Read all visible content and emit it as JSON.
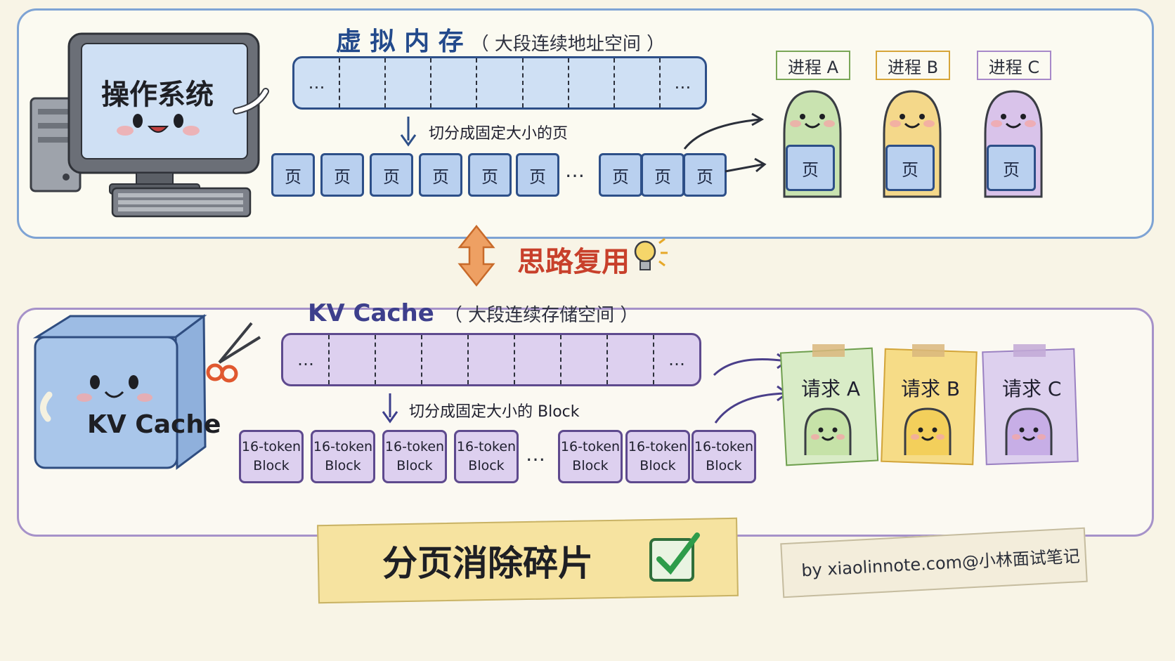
{
  "top": {
    "title": "虚 拟 内 存",
    "subtitle": "（ 大段连续地址空间 ）",
    "strip_cells": [
      "…",
      "",
      "",
      "",
      "",
      "",
      "",
      "",
      "…"
    ],
    "split_label": "切分成固定大小的页",
    "page_label": "页",
    "ellipsis": "…",
    "os_screen_label": "操作系统",
    "processes": [
      {
        "tag": "进程 A",
        "page": "页",
        "color": "#c9e3b0",
        "border": "#7aa657"
      },
      {
        "tag": "进程 B",
        "page": "页",
        "color": "#f4d88a",
        "border": "#d6a53a"
      },
      {
        "tag": "进程 C",
        "page": "页",
        "color": "#d9c3ea",
        "border": "#a789c9"
      }
    ]
  },
  "middle": {
    "label": "思路复用",
    "bulb_icon": "lightbulb-icon"
  },
  "bottom": {
    "title": "KV Cache",
    "subtitle": "（ 大段连续存储空间 ）",
    "strip_cells": [
      "…",
      "",
      "",
      "",
      "",
      "",
      "",
      "",
      "…"
    ],
    "split_label": "切分成固定大小的 Block",
    "block_line1": "16-token",
    "block_line2": "Block",
    "ellipsis": "…",
    "box_label": "KV Cache",
    "requests": [
      {
        "label": "请求 A",
        "color": "#d9ecc7",
        "border": "#6f9f4f",
        "face": "#c6e2a8"
      },
      {
        "label": "请求 B",
        "color": "#f6dc87",
        "border": "#d2a53b",
        "face": "#f3cf5b"
      },
      {
        "label": "请求 C",
        "color": "#ddd0ee",
        "border": "#9b82c2",
        "face": "#c7aee6"
      }
    ]
  },
  "footer": {
    "banner": "分页消除碎片",
    "credit": "by  xiaolinnote.com@小林面试笔记"
  },
  "colors": {
    "blue_border": "#7ea3d4",
    "purple_border": "#a692c9",
    "arrow_orange": "#e8853a",
    "mid_text": "#c8402b"
  }
}
